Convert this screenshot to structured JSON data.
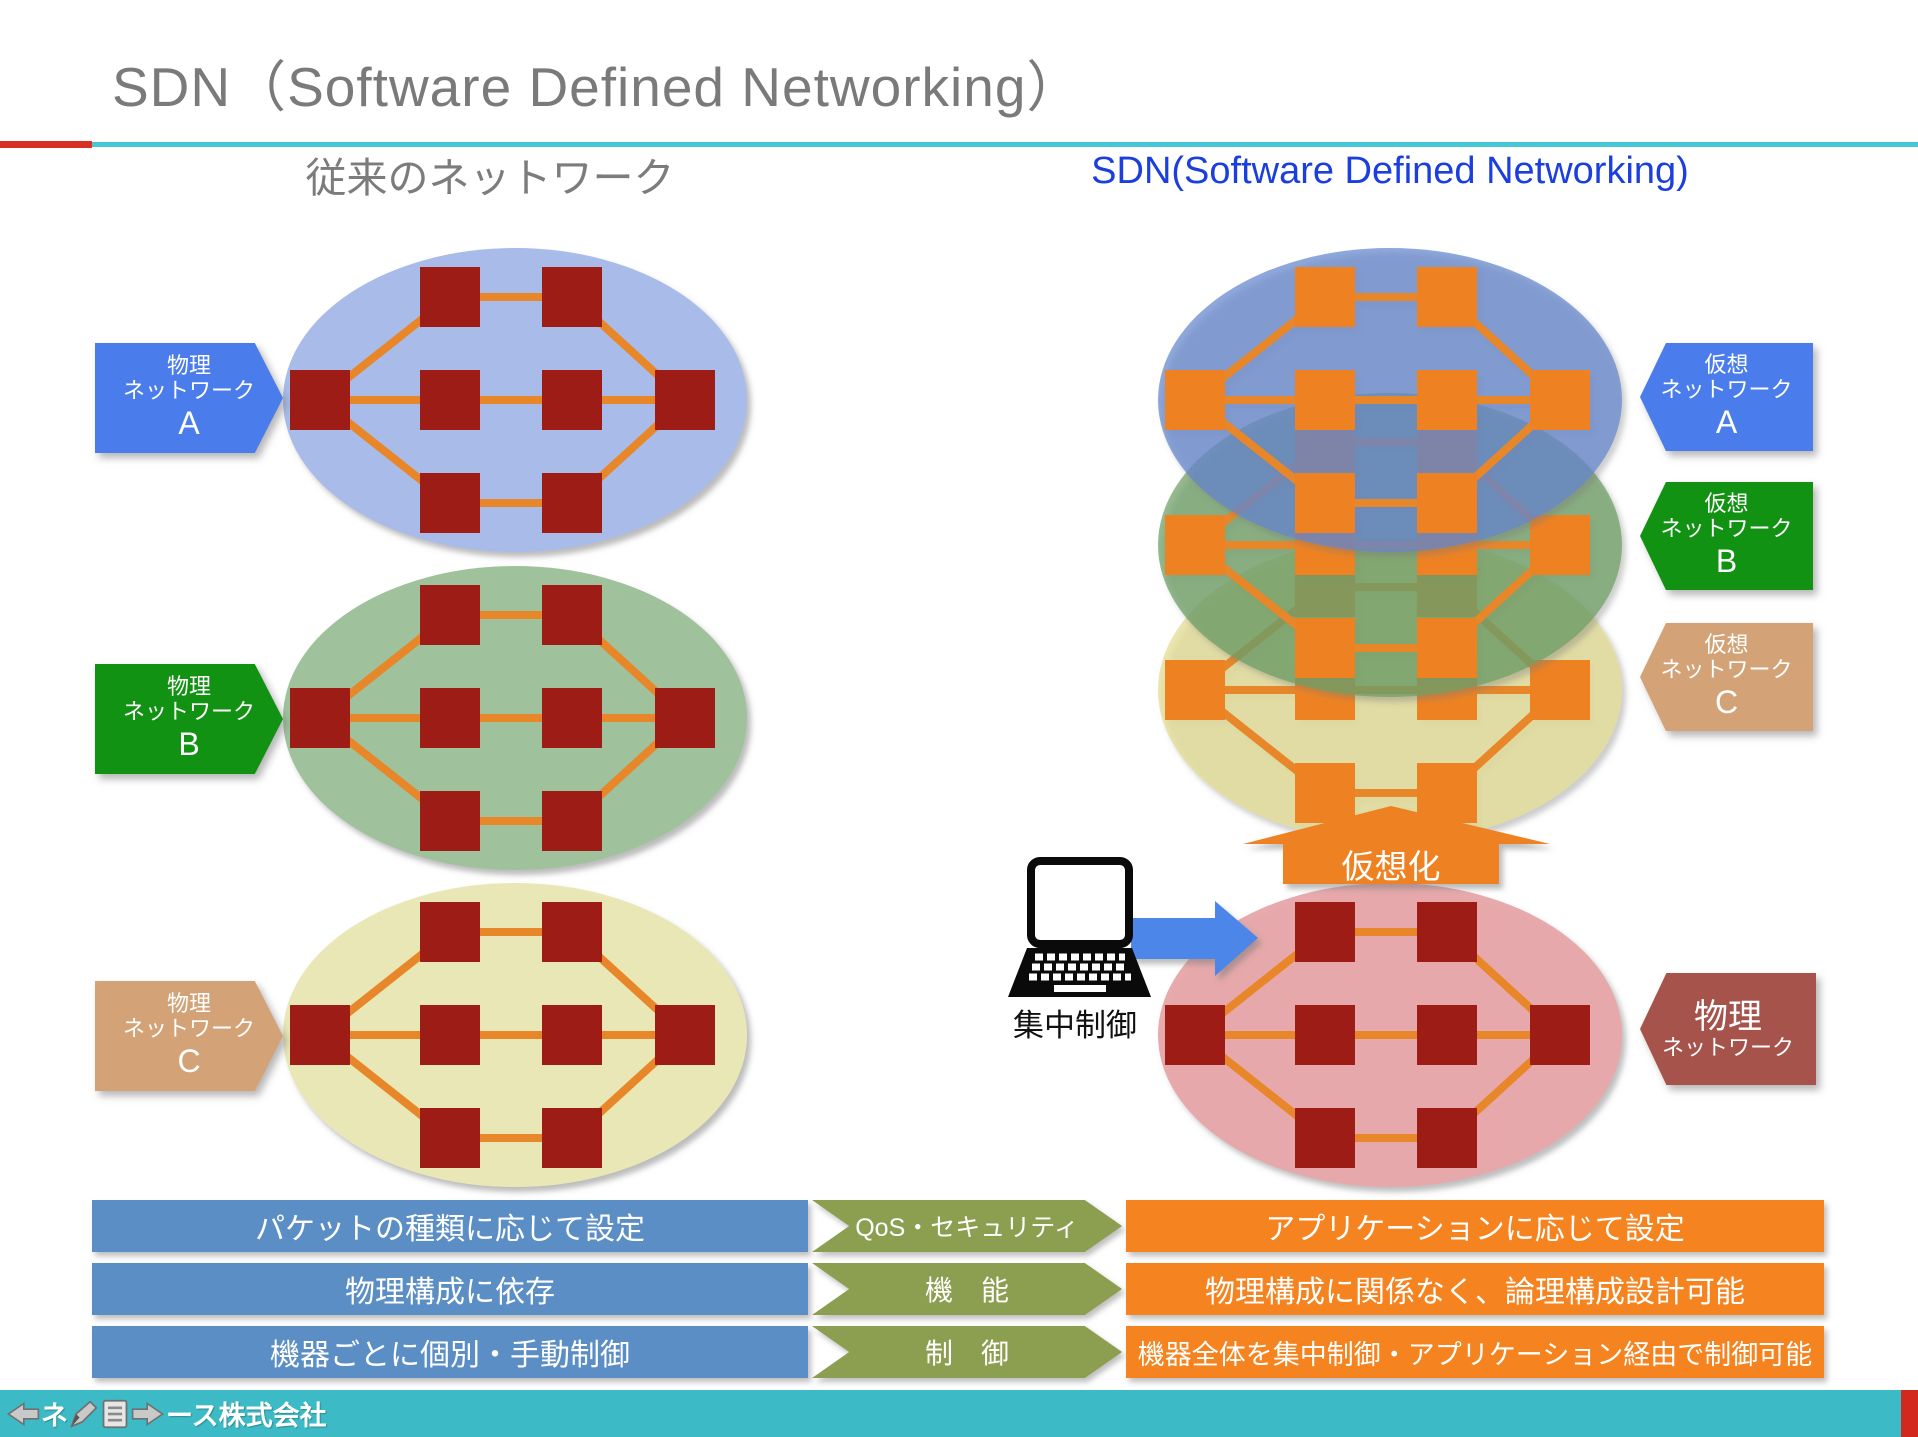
{
  "slide": {
    "title": "SDN（Software Defined Networking）"
  },
  "left_panel": {
    "heading": "従来のネットワーク",
    "node_color": "#9E1D12",
    "networks": [
      {
        "line1": "物理",
        "line2": "ネットワーク",
        "line3": "A",
        "label_color": "#4A7DEB",
        "ellipse_color": "#A9BBE8"
      },
      {
        "line1": "物理",
        "line2": "ネットワーク",
        "line3": "B",
        "label_color": "#129212",
        "ellipse_color": "#9FC19B"
      },
      {
        "line1": "物理",
        "line2": "ネットワーク",
        "line3": "C",
        "label_color": "#D3A377",
        "ellipse_color": "#E9E7B6"
      }
    ]
  },
  "right_panel": {
    "heading": "SDN(Software Defined Networking)",
    "heading_color": "#1B3EDE",
    "node_color": "#EE8220",
    "virtual_networks": [
      {
        "line1": "仮想",
        "line2": "ネットワーク",
        "line3": "A",
        "label_color": "#4A7DEB",
        "ellipse_color": "#6487CD"
      },
      {
        "line1": "仮想",
        "line2": "ネットワーク",
        "line3": "B",
        "label_color": "#129212",
        "ellipse_color": "#6EA064"
      },
      {
        "line1": "仮想",
        "line2": "ネットワーク",
        "line3": "C",
        "label_color": "#D3A377",
        "ellipse_color": "#E4DE96"
      }
    ],
    "virtualization_arrow": {
      "label": "仮想化",
      "color": "#EE8220"
    },
    "central_control": {
      "label": "集中制御"
    },
    "physical_network": {
      "line1": "物理",
      "line2": "ネットワーク",
      "label_color": "#A6534B",
      "ellipse_color": "#EBB0B3"
    }
  },
  "comparison": {
    "left_color": "#5B8EC4",
    "middle_color": "#8C9E50",
    "right_color": "#F5831F",
    "rows": [
      {
        "left": "パケットの種類に応じて設定",
        "middle": "QoS・セキュリティ",
        "right": "アプリケーションに応じて設定"
      },
      {
        "left": "物理構成に依存",
        "middle": "機　能",
        "right": "物理構成に関係なく、論理構成設計可能"
      },
      {
        "left": "機器ごとに個別・手動制御",
        "middle": "制　御",
        "right": "機器全体を集中制御・アプリケーション経由で制御可能"
      }
    ]
  },
  "footer": {
    "bar_color": "#3CBAC6",
    "accent_color": "#D2281E",
    "logo_prefix": "ネ",
    "company_text": "ース株式会社"
  }
}
